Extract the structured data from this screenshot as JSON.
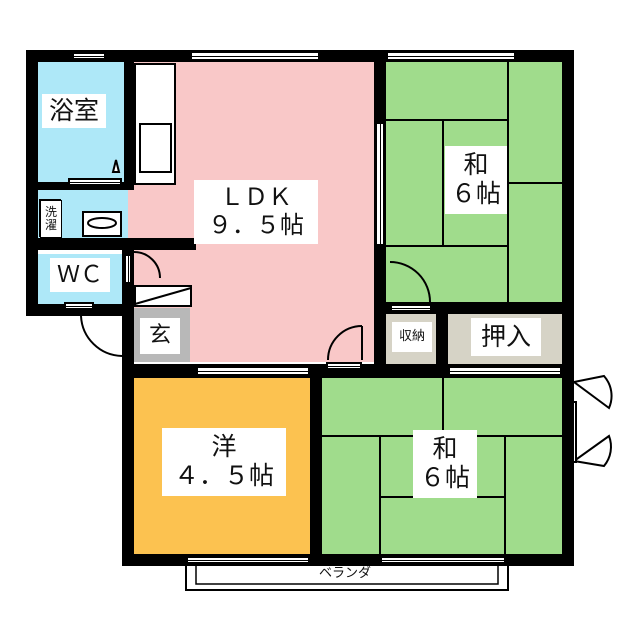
{
  "floor_plan": {
    "rooms": [
      {
        "id": "bath",
        "label": "浴室",
        "color": "#aee8f8"
      },
      {
        "id": "laundry",
        "label_line1": "洗",
        "label_line2": "濯"
      },
      {
        "id": "wc",
        "label": "ＷＣ",
        "color": "#aee8f8"
      },
      {
        "id": "entrance",
        "label": "玄",
        "color": "#b8b8b8"
      },
      {
        "id": "ldk",
        "label_line1": "ＬＤＫ",
        "label_line2": "９．５帖",
        "color": "#f9c8c8"
      },
      {
        "id": "washitsu_north",
        "label_line1": "和",
        "label_line2": "６帖",
        "color": "#a0dc8c"
      },
      {
        "id": "storage",
        "label": "収納",
        "color": "#d6d3c6"
      },
      {
        "id": "oshiire",
        "label": "押入",
        "color": "#d6d3c6"
      },
      {
        "id": "youshitsu",
        "label_line1": "洋",
        "label_line2": "４．５帖",
        "color": "#fcc250"
      },
      {
        "id": "washitsu_south",
        "label_line1": "和",
        "label_line2": "６帖",
        "color": "#a0dc8c"
      }
    ],
    "balcony": {
      "label": "ベランダ"
    }
  }
}
